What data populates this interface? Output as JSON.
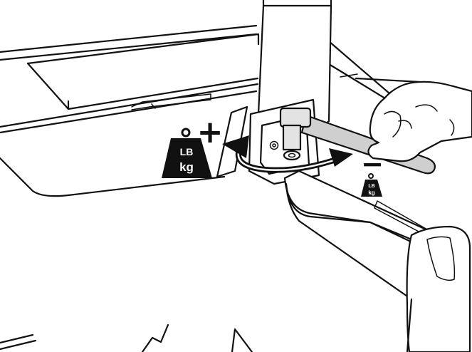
{
  "diagram": {
    "increase_weight": {
      "sign": "+",
      "unit_top": "LB",
      "unit_bottom": "kg"
    },
    "decrease_weight": {
      "sign": "−",
      "unit_top": "LB",
      "unit_bottom": "kg"
    },
    "colors": {
      "line": "#111111",
      "fill": "#ffffff",
      "wrench": "#cfcfcf",
      "wrench_socket": "#e3e3e3",
      "weight_icon": "#111111"
    },
    "icons": [
      "weight-icon",
      "plus-sign",
      "minus-sign",
      "rotation-arrow",
      "wrench",
      "hand"
    ]
  }
}
